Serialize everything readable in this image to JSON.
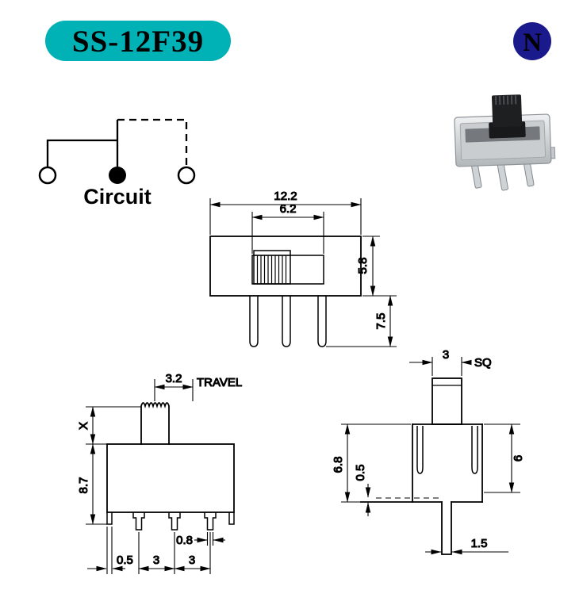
{
  "header": {
    "model": "SS-12F39",
    "logo_letter": "N"
  },
  "colors": {
    "badge_bg": "#00b1b5",
    "badge_text": "#232e8c",
    "logo_bg": "#1a1a8d",
    "logo_text": "#ffffff"
  },
  "circuit": {
    "label": "Circuit"
  },
  "front_view": {
    "width": "12.2",
    "window_width": "6.2",
    "body_height": "5.8",
    "pin_length": "7.5"
  },
  "side_view": {
    "travel": "3.2",
    "travel_label": "TRAVEL",
    "knob_height": "X",
    "body_height": "8.7",
    "foot_width": "0.5",
    "pitch_left": "3",
    "pitch_right": "3",
    "pin_width": "0.8"
  },
  "end_view": {
    "knob_width": "3",
    "sq_label": "SQ",
    "body_height": "6.8",
    "standoff": "0.5",
    "inner_height": "6",
    "pin_width": "1.5"
  }
}
